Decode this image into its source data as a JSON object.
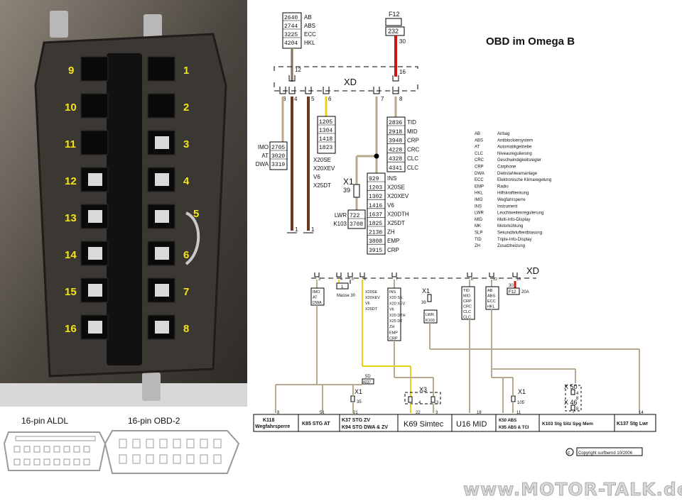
{
  "photo": {
    "pins_left": [
      "9",
      "10",
      "11",
      "12",
      "13",
      "14",
      "15",
      "16"
    ],
    "pins_right": [
      "1",
      "2",
      "3",
      "4",
      "5",
      "6",
      "7",
      "8"
    ]
  },
  "connectors": {
    "aldl_label": "16-pin ALDL",
    "obd2_label": "16-pin OBD-2"
  },
  "title": "OBD im Omega B",
  "fuse": {
    "name": "F12",
    "val": "20",
    "box": "232",
    "pin": "30"
  },
  "top_box": {
    "codes": [
      "2640",
      "2744",
      "3225",
      "4204"
    ],
    "names": [
      "AB",
      "ABS",
      "ECC",
      "HKL"
    ],
    "pin": "12"
  },
  "xd_label": "XD",
  "xd_pins": {
    "p3": "3",
    "p4": "4",
    "p5": "5",
    "p6": "6",
    "p7": "7",
    "p8": "8",
    "p16": "16"
  },
  "imo_box": {
    "codes": [
      "2705",
      "3020",
      "3319"
    ],
    "names": [
      "IMO",
      "AT",
      "DWA"
    ]
  },
  "engine_box": {
    "codes": [
      "1205",
      "1304",
      "1418",
      "1823"
    ],
    "names": [
      "X20SE",
      "X20XEV",
      "V6",
      "X25DT"
    ]
  },
  "right_box": {
    "codes": [
      "2836",
      "2918",
      "3948",
      "4228",
      "4328",
      "4341"
    ],
    "names": [
      "TID",
      "MID",
      "CRP",
      "CRC",
      "CLC",
      "CLC"
    ]
  },
  "middle_box": {
    "codes": [
      "929",
      "1203",
      "1302",
      "1416",
      "1637",
      "1825",
      "2136",
      "3808",
      "3915"
    ],
    "names": [
      "INS",
      "X20SE",
      "X20XEV",
      "V6",
      "X20DTH",
      "X25DT",
      "ZH",
      "EMP",
      "CRP"
    ]
  },
  "x1": {
    "label": "X1",
    "pin": "39"
  },
  "lwr_box": {
    "codes": [
      "722",
      "3708"
    ],
    "names": [
      "LWR",
      "K103"
    ]
  },
  "ground": "1",
  "legend": [
    [
      "AB",
      "Airbag"
    ],
    [
      "ABS",
      "Antiblockiersystem"
    ],
    [
      "AT",
      "Automatikgetriebe"
    ],
    [
      "CLC",
      "Niveauregulierung"
    ],
    [
      "CRC",
      "Geschwindigkeitsregler"
    ],
    [
      "CRP",
      "Carphone"
    ],
    [
      "DWA",
      "Diebstahlwarnanlage"
    ],
    [
      "ECC",
      "Elektronische Klimaregelung"
    ],
    [
      "EMP",
      "Radio"
    ],
    [
      "HKL",
      "Hilfskraftlenkung"
    ],
    [
      "IMO",
      "Wegfahrsperre"
    ],
    [
      "INS",
      "Instrument"
    ],
    [
      "LWR",
      "Leuchtweitenregulierung"
    ],
    [
      "MID",
      "Multi-Info-Display"
    ],
    [
      "MK",
      "Motorkühlung"
    ],
    [
      "SLP",
      "Sekundärluftentblasung"
    ],
    [
      "TID",
      "Triple-Info-Display"
    ],
    [
      "ZH",
      "Zusatzheizung"
    ]
  ],
  "lower": {
    "xd_label": "XD",
    "top_pins": [
      "3",
      "4",
      "5",
      "6",
      "7",
      "8",
      "12",
      "16"
    ],
    "masse": "Masse 30",
    "pin1": "1",
    "imo": [
      "IMO",
      "AT",
      "DWA"
    ],
    "engine": [
      "X20SE",
      "X20XEV",
      "V6",
      "X25DT"
    ],
    "mid_box": [
      "INS",
      "X20 SE",
      "X20 XEV",
      "V6",
      "X20 DTH",
      "X25 DT",
      "ZH",
      "EMP",
      "CRP"
    ],
    "x1": "X1",
    "x1_pin": "39",
    "lwr": [
      "LWR",
      "K103"
    ],
    "tid": [
      "TID",
      "MID",
      "CRP",
      "CRC",
      "CLC",
      "CLC"
    ],
    "ab": [
      "AB",
      "ABS",
      "ECC",
      "HKL"
    ],
    "fuse": [
      "30",
      "F12",
      "20A"
    ],
    "sd": [
      "5D",
      "4237"
    ],
    "x1b": "X1",
    "x1b_pin": "35",
    "x3": "X3",
    "x3_pins": [
      "4",
      "3"
    ],
    "x1c": "X1",
    "x1c_pin": "105",
    "x50": [
      "X 50",
      "4",
      "8"
    ],
    "x46": [
      "X 46",
      "8"
    ],
    "bottom_pins": [
      "8",
      "51",
      "21",
      "22",
      "3",
      "18",
      "11",
      "14"
    ],
    "modules": [
      "K118 Wegfahrsperre",
      "K85 STG AT",
      "K37 STG ZV",
      "K94 STG DWA & ZV",
      "K69 Simtec",
      "U16 MID",
      "K50 ABS",
      "K95 ABS & TCI",
      "K103 Stg Sitz Spg Mem",
      "K137 Stg Lwr"
    ],
    "copyright": "Copyright surfbernd 10/2006"
  },
  "watermark": "www.MOTOR-TALK.de",
  "colors": {
    "red": "#d01414",
    "brown": "#6b3a1e",
    "yellow": "#e9d21a",
    "tan": "#b9a98e"
  }
}
